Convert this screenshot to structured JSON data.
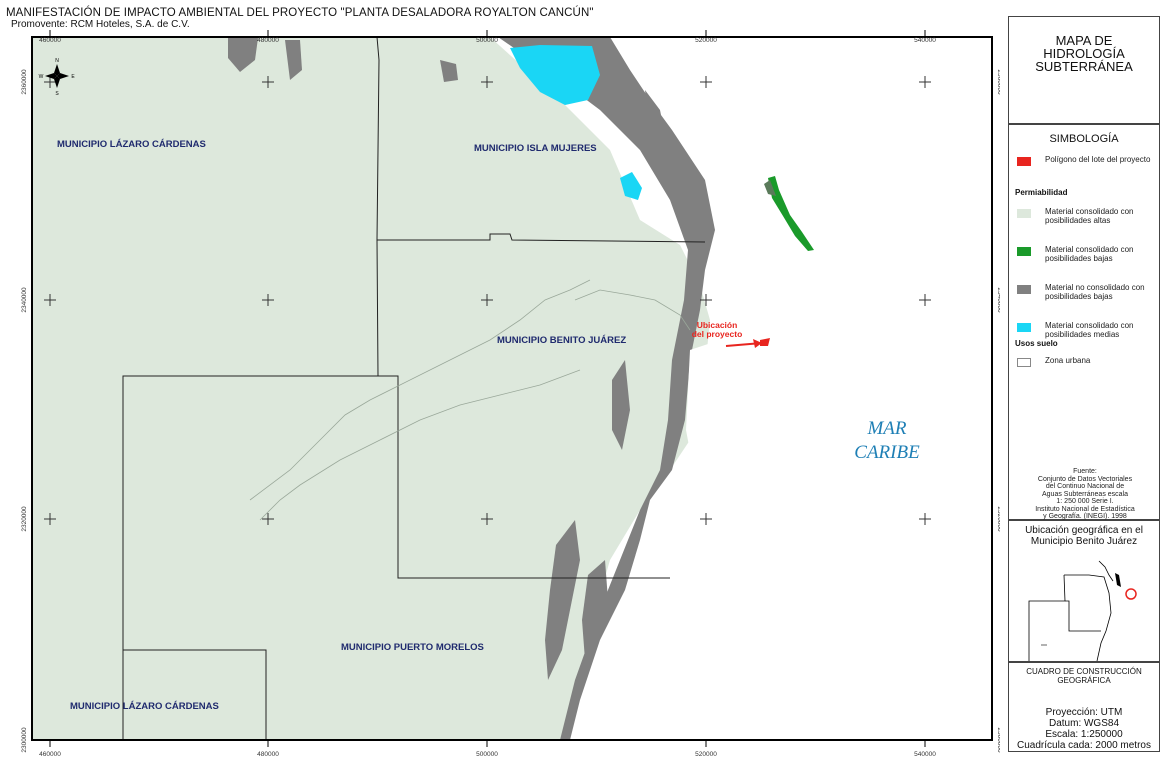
{
  "header": {
    "title": "MANIFESTACIÓN DE IMPACTO AMBIENTAL DEL PROYECTO \"PLANTA DESALADORA ROYALTON CANCÚN\"",
    "promoter": "Promovente: RCM Hoteles, S.A. de C.V."
  },
  "map": {
    "x_ticks": [
      "460000",
      "480000",
      "500000",
      "520000",
      "540000"
    ],
    "y_ticks": [
      "2360000",
      "2340000",
      "2320000",
      "2300000"
    ],
    "labels": {
      "lazaro_top": "MUNICIPIO LÁZARO CÁRDENAS",
      "isla_mujeres": "MUNICIPIO ISLA MUJERES",
      "benito_juarez": "MUNICIPIO BENITO JUÁREZ",
      "puerto_morelos": "MUNICIPIO PUERTO MORELOS",
      "lazaro_bottom": "MUNICIPIO LÁZARO CÁRDENAS",
      "mar": "MAR",
      "caribe": "CARIBE",
      "ubicacion_1": "Ubicación",
      "ubicacion_2": "del proyecto"
    },
    "compass": {
      "n": "N",
      "s": "S",
      "e": "E",
      "w": "W"
    }
  },
  "colors": {
    "land_high": "#dde8dc",
    "unconsolidated": "#808080",
    "medium": "#1ad6f5",
    "low": "#1a9a2a",
    "project": "#e8251f",
    "municipal_label": "#1f2a6e",
    "sea_label": "#1e7fb5"
  },
  "panel": {
    "title": [
      "MAPA DE",
      "HIDROLOGÍA",
      "SUBTERRÁNEA"
    ],
    "simbologia": "SIMBOLOGÍA",
    "poligono": "Polígono del lote del proyecto",
    "permeabilidad": "Permiabilidad",
    "legend": [
      {
        "label": "Material consolidado con posibilidades altas"
      },
      {
        "label": "Material consolidado con posibilidades bajas"
      },
      {
        "label": "Material no consolidado con posibilidades bajas"
      },
      {
        "label": "Material consolidado con posibilidades medias"
      }
    ],
    "usos": "Usos suelo",
    "zona_urbana": "Zona urbana",
    "source": [
      "Fuente:",
      "Conjunto de Datos Vectoriales",
      "del Continuo Nacional de",
      "Aguas Subterráneas escala",
      "1: 250 000 Serie I.",
      "Instituto Nacional de Estadística",
      "y Geografía. (INEGI). 1998"
    ],
    "inset_title": [
      "Ubicación geográfica en el",
      "Municipio Benito Juárez"
    ],
    "cuadro_title": [
      "CUADRO DE CONSTRUCCIÓN",
      "GEOGRÁFICA"
    ],
    "cuadro_lines": [
      "Proyección: UTM",
      "Datum: WGS84",
      "Escala: 1:250000",
      "Cuadrícula cada: 2000 metros"
    ]
  }
}
